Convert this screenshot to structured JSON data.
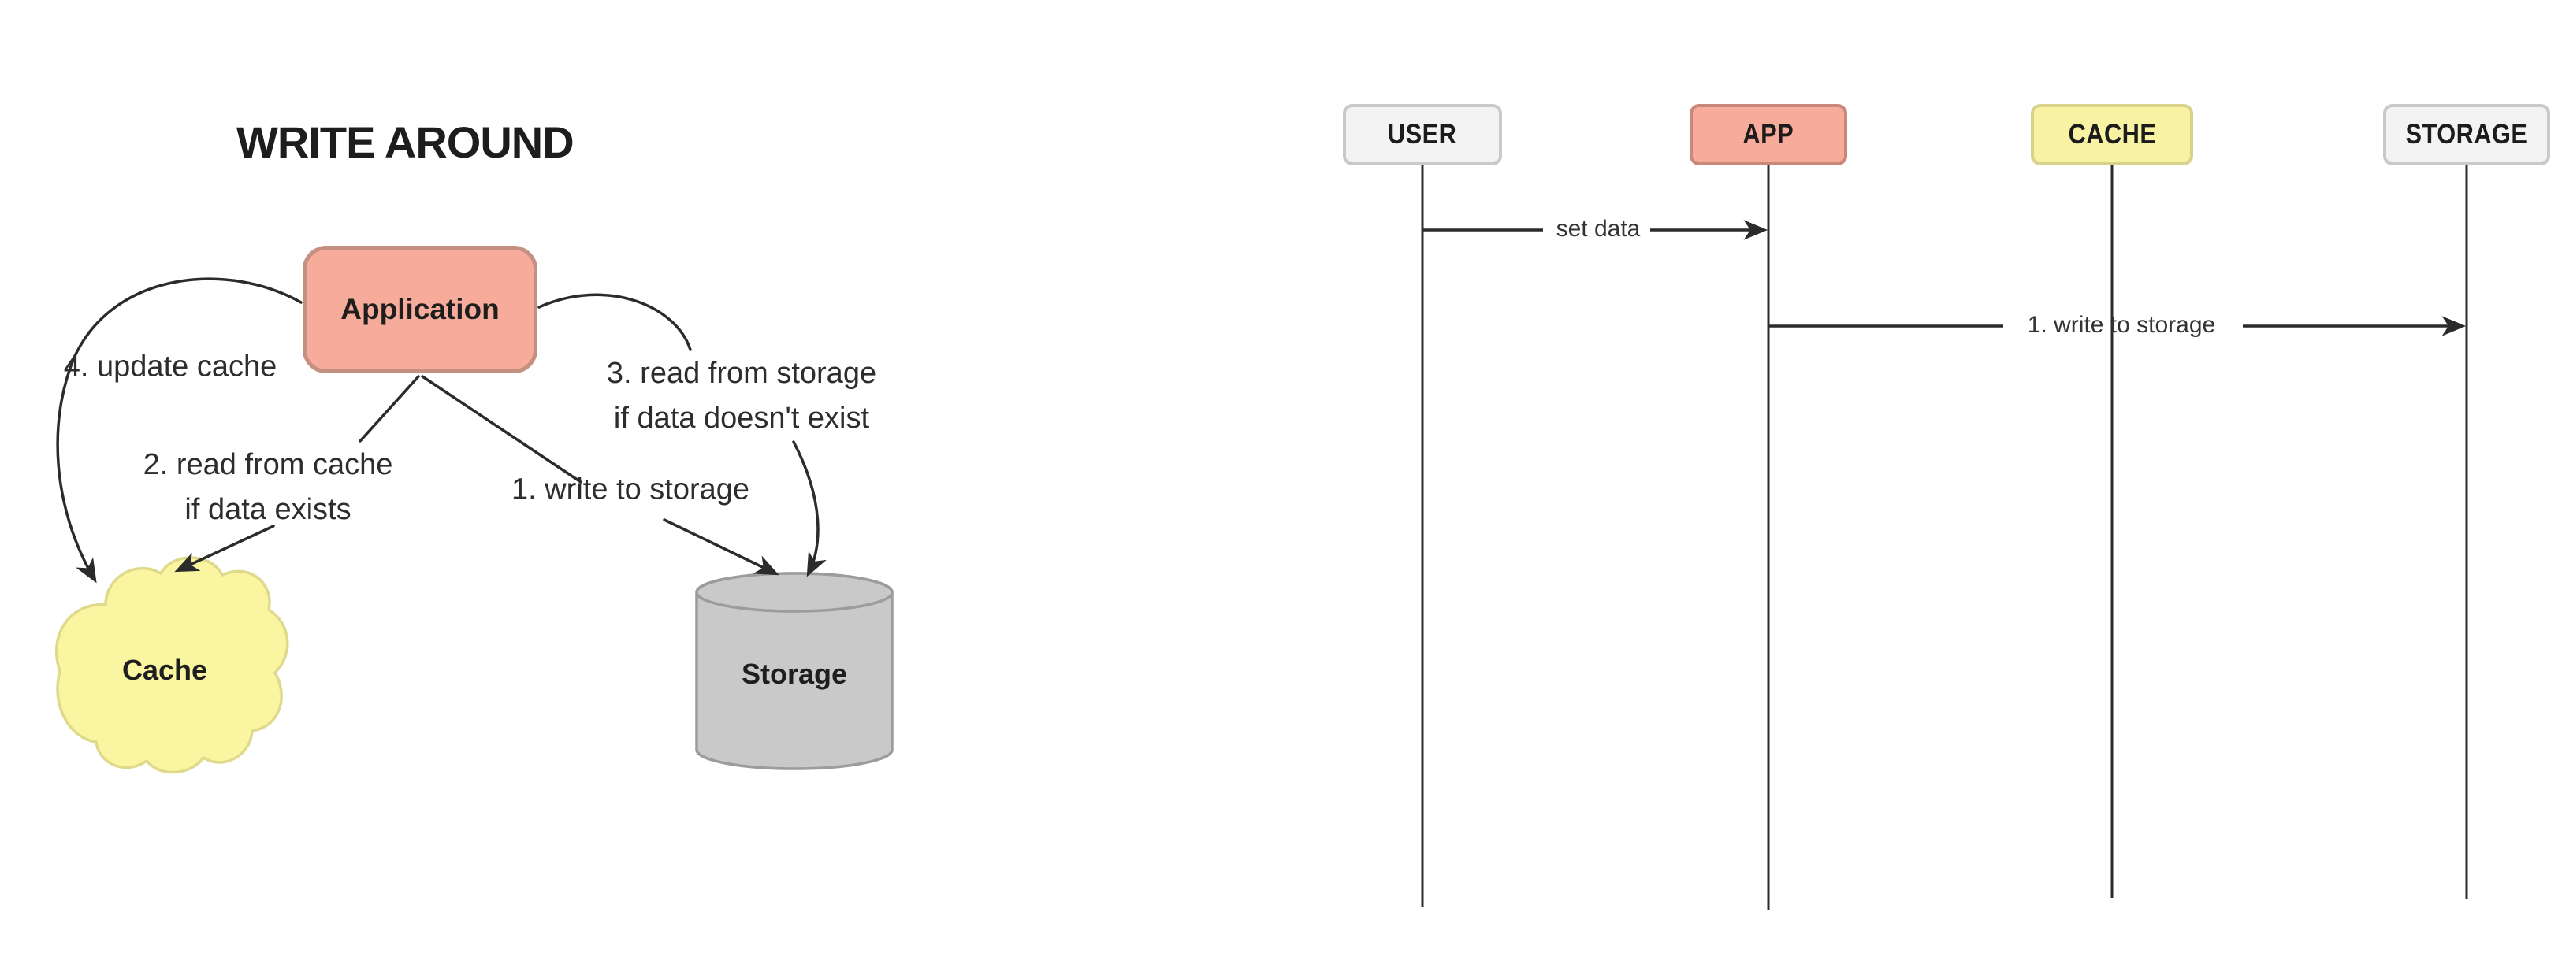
{
  "left": {
    "title": "WRITE AROUND",
    "nodes": {
      "application": {
        "label": "Application",
        "fill": "#F6AB9B",
        "border": "#C49081"
      },
      "cache": {
        "label": "Cache",
        "fill": "#FAF5A0",
        "border": "#DFD98C"
      },
      "storage": {
        "label": "Storage",
        "fill": "#C9C9C9",
        "border": "#9C9C9C"
      }
    },
    "edge_labels": {
      "write_storage": "1. write to storage",
      "read_cache_line1": "2. read from cache",
      "read_cache_line2": "if data exists",
      "read_storage_line1": "3. read from storage",
      "read_storage_line2": "if data doesn't exist",
      "update_cache": "4. update cache"
    }
  },
  "seq": {
    "actors": [
      {
        "id": "user",
        "label": "USER",
        "fill": "#F3F3F3",
        "border": "#C9C9C9"
      },
      {
        "id": "app",
        "label": "APP",
        "fill": "#F6AB9B",
        "border": "#C8897B"
      },
      {
        "id": "cache",
        "label": "CACHE",
        "fill": "#F8F3A3",
        "border": "#D9D28B"
      },
      {
        "id": "storage",
        "label": "STORAGE",
        "fill": "#F3F3F3",
        "border": "#C9C9C9"
      }
    ],
    "messages": [
      {
        "label": "set data",
        "from": "USER",
        "to": "APP"
      },
      {
        "label": "1. write to storage",
        "from": "APP",
        "to": "STORAGE"
      }
    ]
  },
  "colors": {
    "line": "#2b2b2b",
    "label_text": "#2d2d2d"
  }
}
